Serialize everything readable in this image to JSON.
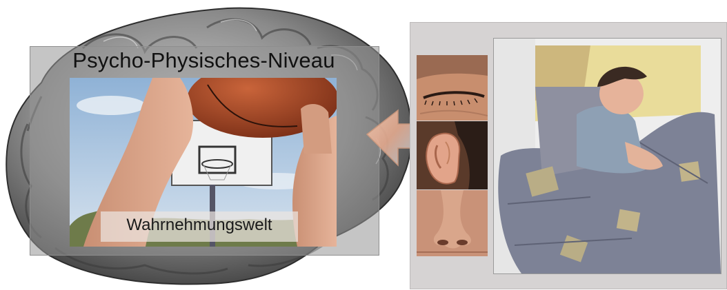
{
  "diagram": {
    "level_label": "Psycho-Physisches-Niveau",
    "perception_label": "Wahrnehmungswelt"
  },
  "images": {
    "brain": "brain-illustration",
    "basketball": "basketball-throw-photo",
    "eye": "closed-eye-photo",
    "ear": "ear-photo",
    "nose": "nose-photo",
    "sleeper": "sleeping-man-photo"
  },
  "colors": {
    "panel": "#969696",
    "frame": "#d6d3d3",
    "arrow": "#e6b39a"
  }
}
